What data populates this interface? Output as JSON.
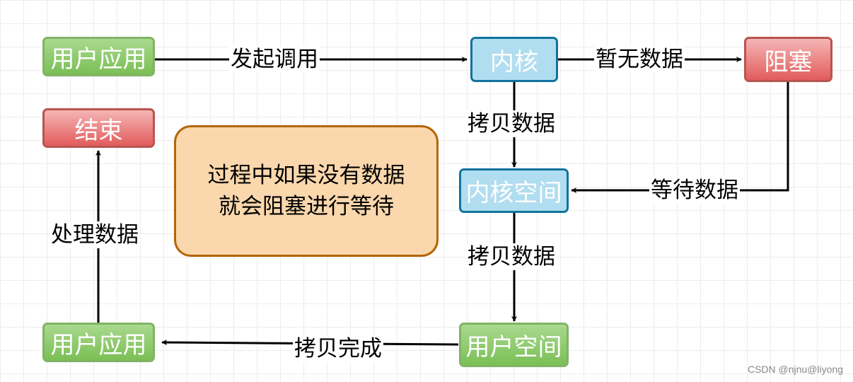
{
  "nodes": {
    "app_start": "用户应用",
    "kernel": "内核",
    "blocked": "阻塞",
    "end": "结束",
    "kernel_space": "内核空间",
    "user_space": "用户空间",
    "app_end": "用户应用"
  },
  "edges": {
    "initiate_call": "发起调用",
    "no_data": "暂无数据",
    "copy_data_1": "拷贝数据",
    "wait_data": "等待数据",
    "copy_data_2": "拷贝数据",
    "copy_done": "拷贝完成",
    "process_data": "处理数据"
  },
  "note": {
    "line1": "过程中如果没有数据",
    "line2": "就会阻塞进行等待"
  },
  "watermark": "CSDN @njnu@liyong",
  "colors": {
    "green_fill": "#7bbf56",
    "blue_fill": "#b1ddf0",
    "red_fill": "#e25c5c",
    "note_fill": "#fad7ac",
    "note_border": "#b46504"
  }
}
